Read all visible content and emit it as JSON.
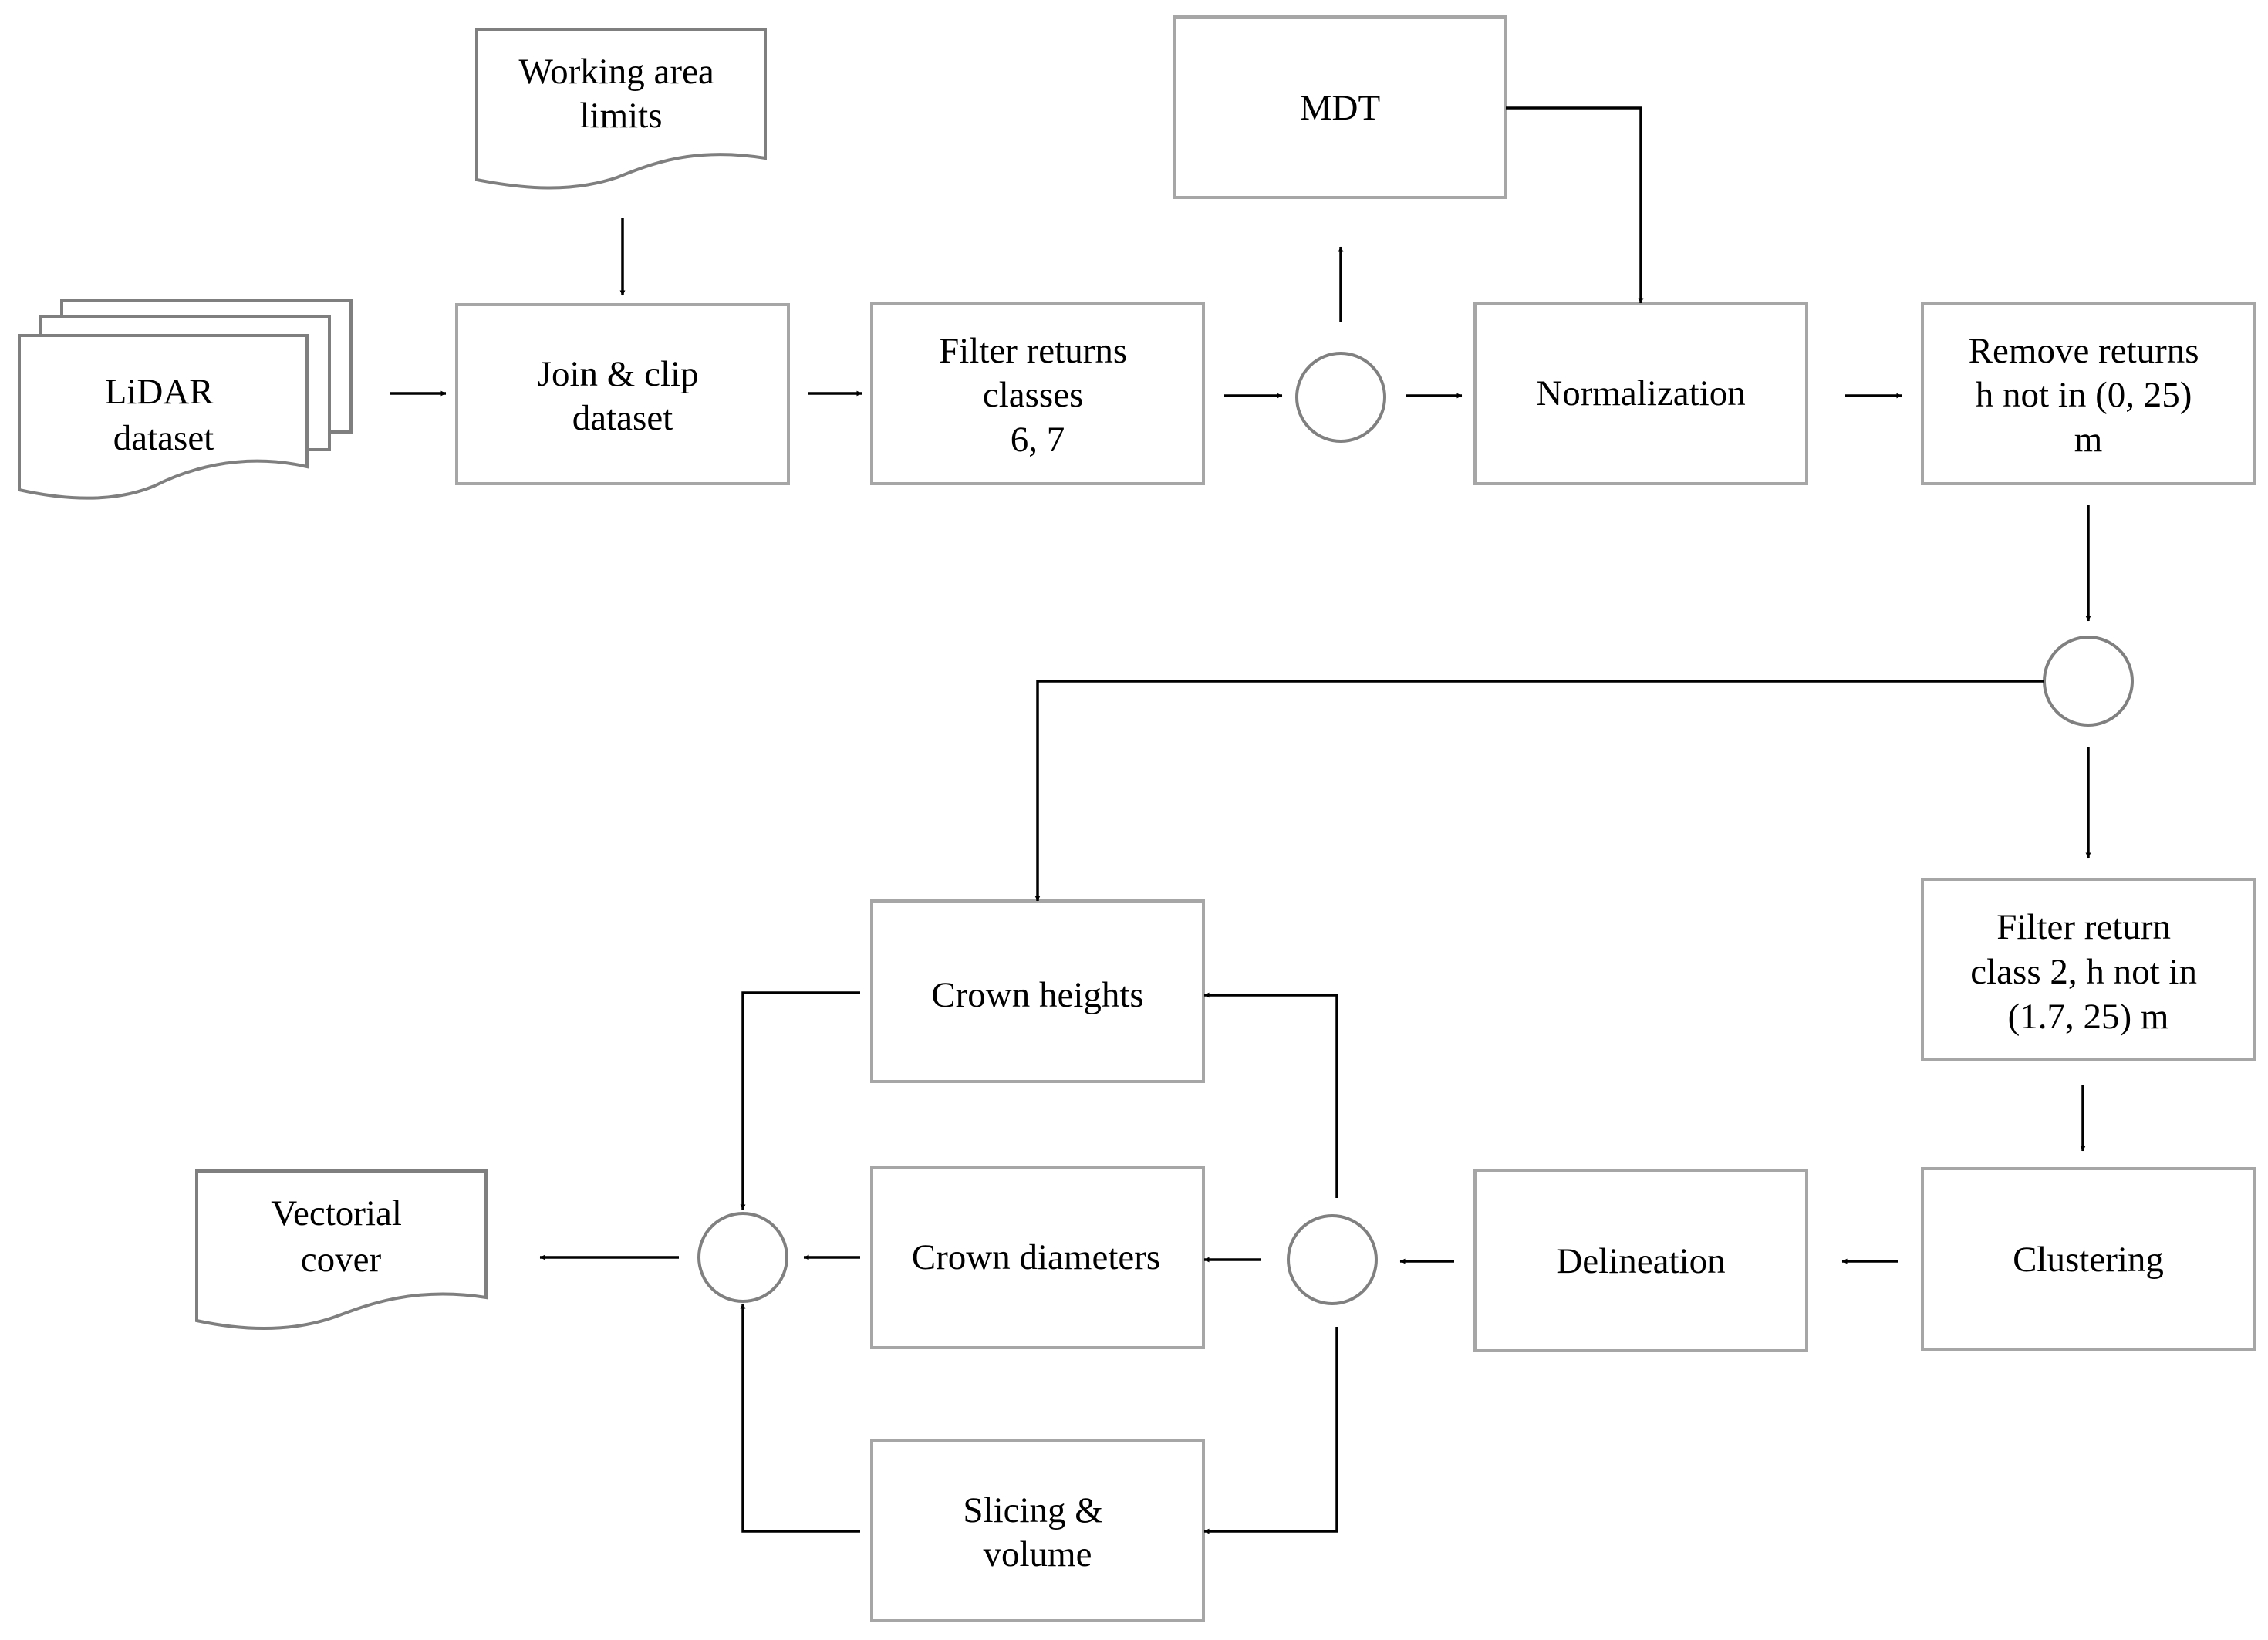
{
  "nodes": {
    "lidar": [
      "LiDAR",
      "dataset"
    ],
    "working_area": [
      "Working area",
      "limits"
    ],
    "join_clip": [
      "Join & clip",
      "dataset"
    ],
    "filter_classes": [
      "Filter returns",
      "classes",
      "6, 7"
    ],
    "mdt": [
      "MDT"
    ],
    "normalization": [
      "Normalization"
    ],
    "remove_returns": [
      "Remove returns",
      "h not in (0, 25)",
      "m"
    ],
    "filter_return_class2": [
      "Filter return",
      "class 2,  h  not in",
      "(1.7, 25) m"
    ],
    "clustering": [
      "Clustering"
    ],
    "delineation": [
      "Delineation"
    ],
    "crown_heights": [
      "Crown heights"
    ],
    "crown_diameters": [
      "Crown diameters"
    ],
    "slicing_volume": [
      "Slicing &",
      "volume"
    ],
    "vectorial_cover": [
      "Vectorial",
      "cover"
    ]
  },
  "colors": {
    "box_border": "#a6a6a6",
    "doc_border": "#7f7f7f",
    "junction_border": "#808080",
    "arrow": "#000000",
    "text": "#000000"
  }
}
